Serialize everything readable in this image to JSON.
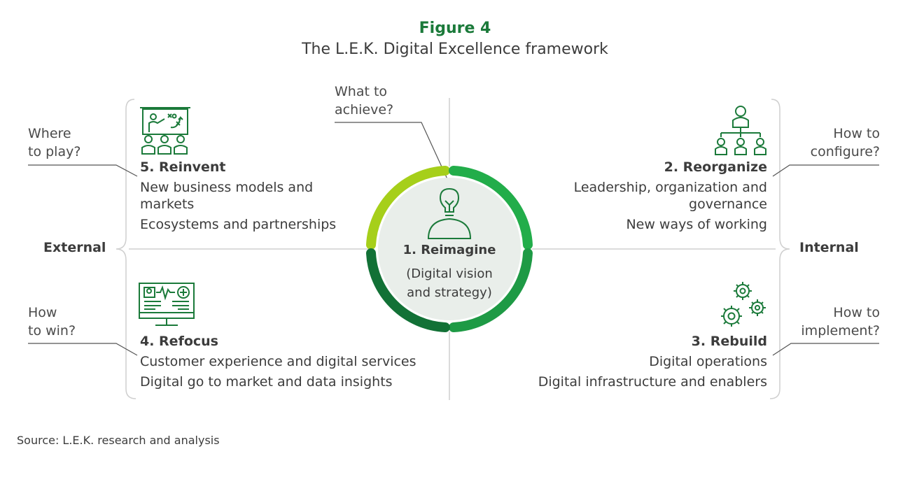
{
  "figure": {
    "title": "Figure 4",
    "subtitle": "The L.E.K. Digital Excellence framework",
    "source": "Source: L.E.K. research and analysis"
  },
  "sides": {
    "external": "External",
    "internal": "Internal"
  },
  "questions": {
    "top": [
      "What to",
      "achieve?"
    ],
    "top_left": [
      "Where",
      "to play?"
    ],
    "top_right": [
      "How to",
      "configure?"
    ],
    "bottom_left": [
      "How",
      "to win?"
    ],
    "bottom_right": [
      "How to",
      "implement?"
    ]
  },
  "center": {
    "title": "1. Reimagine",
    "lines": [
      "(Digital vision",
      "and strategy)"
    ],
    "icon": "lightbulb-head-icon"
  },
  "quadrants": {
    "reinvent": {
      "heading": "5. Reinvent",
      "items": [
        "New business models and",
        "markets",
        "Ecosystems and partnerships"
      ],
      "icon": "presentation-icon"
    },
    "reorganize": {
      "heading": "2. Reorganize",
      "items": [
        "Leadership, organization and",
        "governance",
        "New ways of working"
      ],
      "icon": "org-chart-icon"
    },
    "refocus": {
      "heading": "4. Refocus",
      "items": [
        "Customer experience and digital services",
        "Digital go to market and data insights"
      ],
      "icon": "monitor-health-icon"
    },
    "rebuild": {
      "heading": "3. Rebuild",
      "items": [
        "Digital operations",
        "Digital infrastructure and enablers"
      ],
      "icon": "gears-icon"
    }
  },
  "colors": {
    "brand_green": "#1b7a3a",
    "arc_light": "#a6cf1a",
    "arc_mid": "#22ad4a",
    "arc_dark": "#127136",
    "arc_darker": "#0f6a33",
    "circle_fill": "#e9eeea",
    "lines": "#cfcfcf"
  }
}
